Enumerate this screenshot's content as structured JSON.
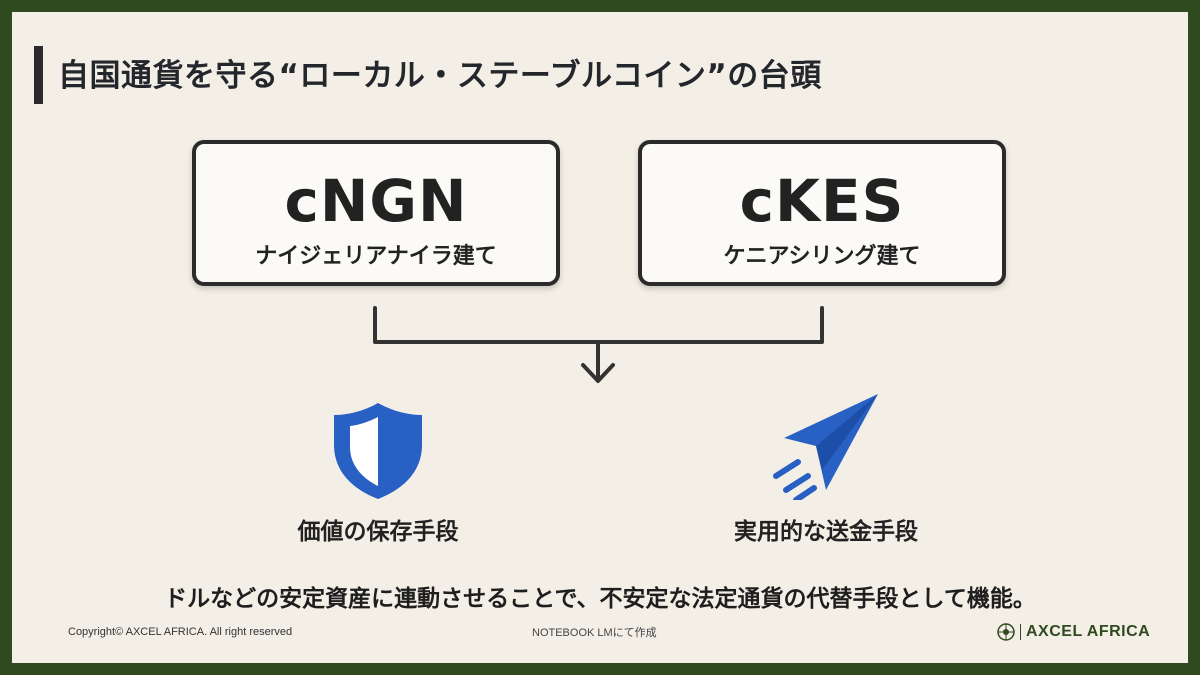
{
  "title": "自国通貨を守る“ローカル・ステーブルコイン”の台頭",
  "coins": [
    {
      "name": "cNGN",
      "subtitle": "ナイジェリアナイラ建て"
    },
    {
      "name": "cKES",
      "subtitle": "ケニアシリング建て"
    }
  ],
  "features": [
    {
      "icon": "shield-icon",
      "label": "価値の保存手段",
      "color": "#2860c4"
    },
    {
      "icon": "paper-plane-icon",
      "label": "実用的な送金手段",
      "color": "#2860c4"
    }
  ],
  "summary": "ドルなどの安定資産に連動させることで、不安定な法定通貨の代替手段として機能。",
  "footer": {
    "copyright": "Copyright©  AXCEL AFRICA. All right reserved",
    "made_with": "NOTEBOOK LMにて作成",
    "brand": "AXCEL AFRICA"
  },
  "colors": {
    "frame": "#2f4a1e",
    "background": "#f3efe7",
    "accent_blue": "#2860c4"
  }
}
